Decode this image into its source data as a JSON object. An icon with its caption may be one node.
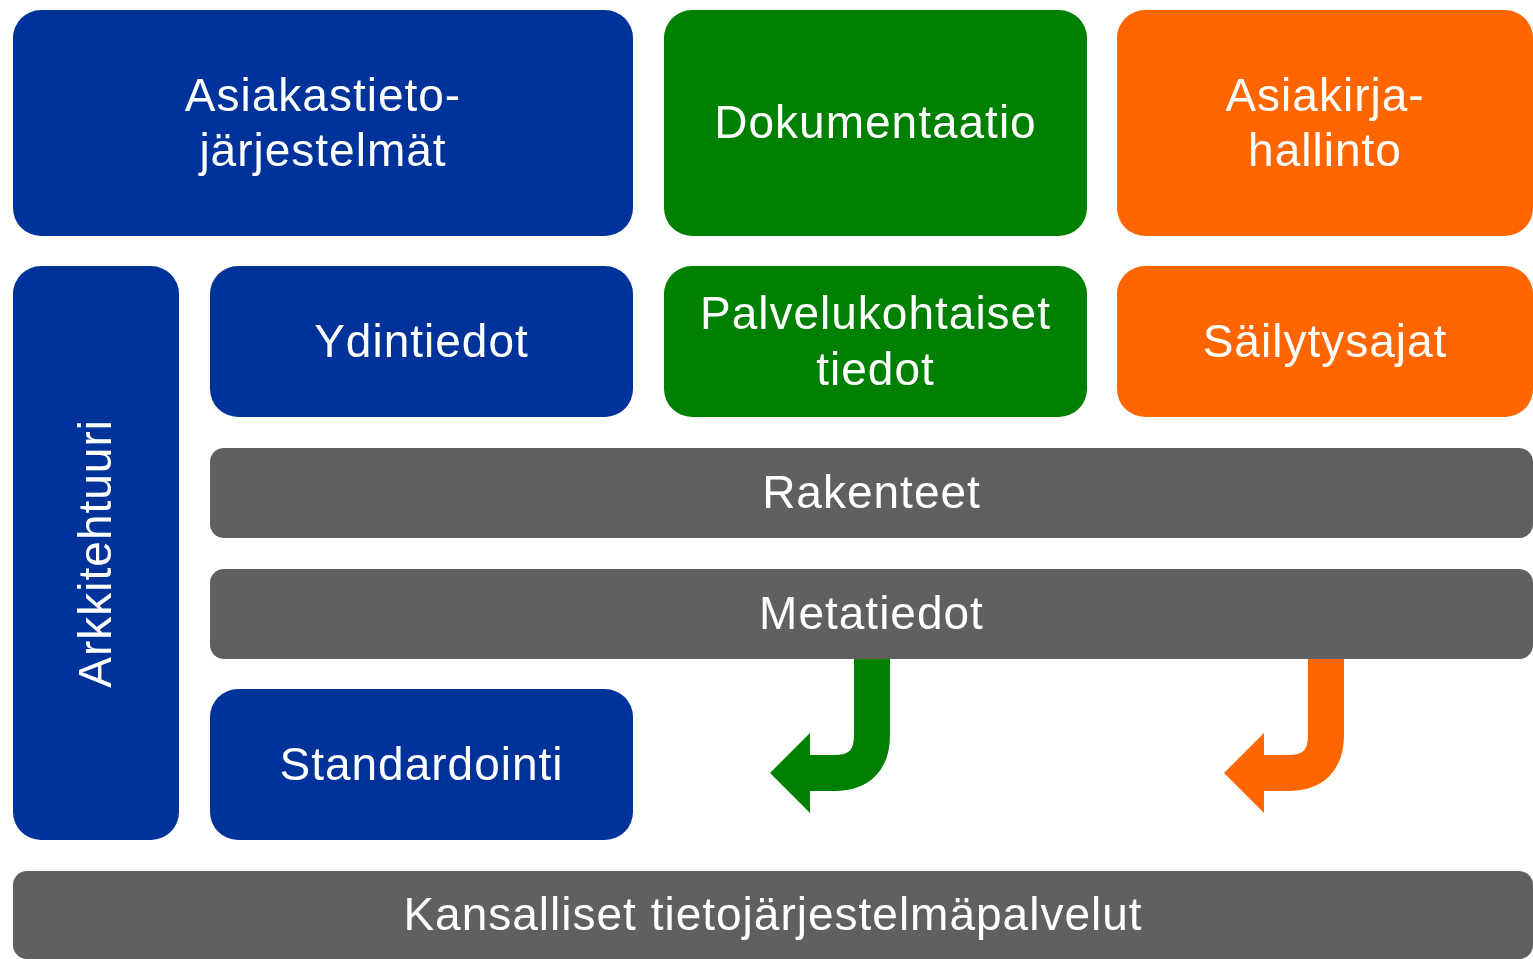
{
  "diagram": {
    "nodes": [
      {
        "text": [
          "Asiakastieto- järjestelmät"
        ]
      },
      {
        "text": [
          "Dokumentaatio"
        ]
      },
      {
        "text": [
          "Asiakirja- hallinto"
        ]
      },
      {
        "text": [
          "Arkkitehtuuri"
        ]
      },
      {
        "text": [
          "Ydintiedot"
        ]
      },
      {
        "text": [
          "Palvelukohtaiset tiedot"
        ]
      },
      {
        "text": [
          "Säilytysajat"
        ]
      },
      {
        "text": [
          "Rakenteet"
        ]
      },
      {
        "text": [
          "Metatiedot"
        ]
      },
      {
        "text": [
          "Standardointi"
        ]
      },
      {
        "text": [
          "Kansalliset tietojärjestelmäpalvelut"
        ]
      }
    ],
    "edges": [
      {
        "from": 8,
        "to": null,
        "arrow": "to",
        "color": "#008000"
      },
      {
        "from": 8,
        "to": null,
        "arrow": "to",
        "color": "#ff6600"
      }
    ]
  }
}
